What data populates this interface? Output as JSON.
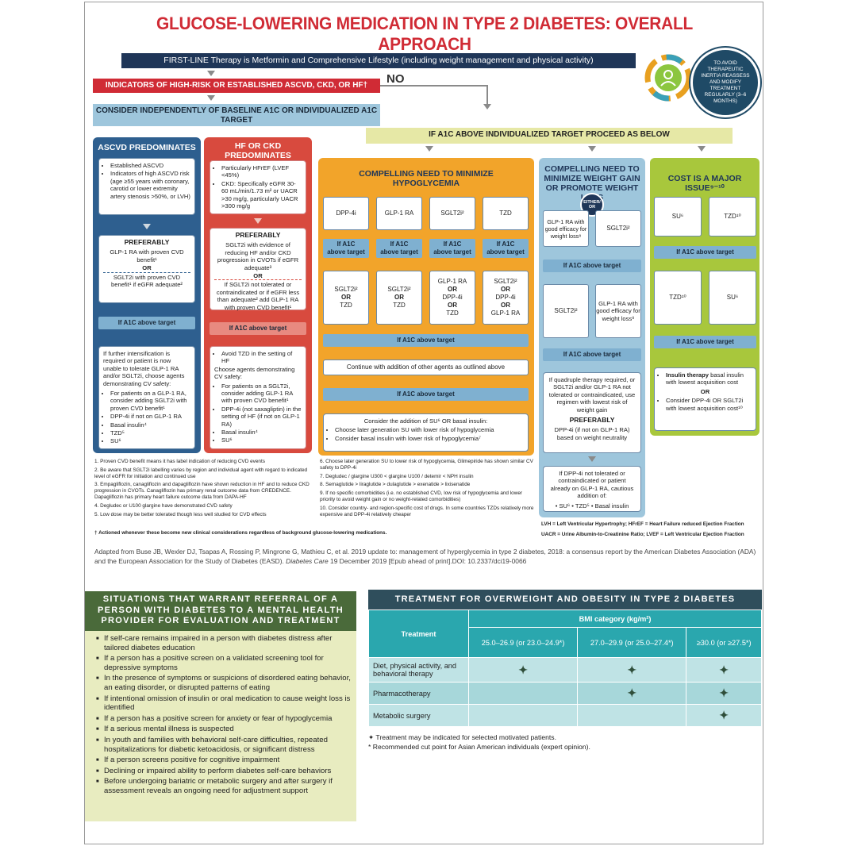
{
  "title": "GLUCOSE-LOWERING MEDICATION IN TYPE 2 DIABETES: OVERALL APPROACH",
  "first_line": "FIRST-LINE Therapy is Metformin and Comprehensive Lifestyle (including weight management and physical activity)",
  "indicators": "INDICATORS OF HIGH-RISK OR ESTABLISHED ASCVD, CKD, OR HF†",
  "no_label": "NO",
  "inertia": "TO AVOID THERAPEUTIC INERTIA REASSESS AND MODIFY TREATMENT REGULARLY (3–6 MONTHS)",
  "consider": "CONSIDER INDEPENDENTLY OF BASELINE A1C OR INDIVIDUALIZED A1C TARGET",
  "if_a1c_above": "IF A1C ABOVE INDIVIDUALIZED TARGET PROCEED AS BELOW",
  "ascvd": {
    "head": "ASCVD PREDOMINATES",
    "criteria": [
      "Established ASCVD",
      "Indicators of high ASCVD risk (age ≥55 years with coronary, carotid or lower extremity artery stenosis >50%, or LVH)"
    ],
    "preferably": "PREFERABLY",
    "pref1": "GLP-1 RA with proven CVD benefit¹",
    "or": "OR",
    "pref2": "SGLT2i with proven CVD benefit¹ if eGFR adequate²",
    "a1c": "If A1C above target",
    "intens": "If further intensification is required or patient is now unable to tolerate GLP-1 RA and/or SGLT2i, choose agents demonstrating CV safety:",
    "list": [
      "For patients on a GLP-1 RA, consider adding SGLT2i with proven CVD benefit¹",
      "DPP-4i if not on GLP-1 RA",
      "Basal insulin⁴",
      "TZD⁵",
      "SU⁶"
    ]
  },
  "hf": {
    "head": "HF OR CKD PREDOMINATES",
    "criteria": [
      "Particularly HFrEF (LVEF <45%)",
      "CKD: Specifically eGFR 30-60 mL/min/1.73 m² or UACR >30 mg/g, particularly UACR >300 mg/g"
    ],
    "preferably": "PREFERABLY",
    "pref1": "SGLT2i with evidence of reducing HF and/or CKD progression in CVOTs if eGFR adequate³",
    "or": "OR",
    "pref2": "If SGLT2i not tolerated or contraindicated or if eGFR less than adequate² add GLP-1 RA with proven CVD benefit¹",
    "a1c": "If A1C above target",
    "list0": "Avoid TZD in the setting of HF",
    "choose": "Choose agents demonstrating CV safety:",
    "list": [
      "For patients on a SGLT2i, consider adding GLP-1 RA with proven CVD benefit¹",
      "DPP-4i (not saxagliptin) in the setting of HF (if not on GLP-1 RA)",
      "Basal insulin⁴",
      "SU⁶"
    ]
  },
  "hypo": {
    "head": "COMPELLING NEED TO MINIMIZE HYPOGLYCEMIA",
    "drugs": [
      "DPP-4i",
      "GLP-1 RA",
      "SGLT2i²",
      "TZD"
    ],
    "a1c_line1": "If A1C",
    "a1c_line2": "above target",
    "second": [
      [
        "SGLT2i²",
        "OR",
        "TZD"
      ],
      [
        "SGLT2i²",
        "OR",
        "TZD"
      ],
      [
        "GLP-1 RA",
        "OR",
        "DPP-4i",
        "OR",
        "TZD"
      ],
      [
        "SGLT2i²",
        "OR",
        "DPP-4i",
        "OR",
        "GLP-1 RA"
      ]
    ],
    "a1c_bar": "If A1C above target",
    "continue": "Continue with addition of other agents as outlined above",
    "a1c_bar2": "If A1C  above target",
    "consider": "Consider the addition of SU⁶ OR basal insulin:",
    "list": [
      "Choose later generation SU with lower risk of hypoglycemia",
      "Consider basal insulin with lower risk of hypoglycemia⁷"
    ]
  },
  "weight": {
    "head": "COMPELLING NEED TO MINIMIZE WEIGHT GAIN OR PROMOTE WEIGHT LOSS",
    "either": "EITHER/ OR",
    "opt1": "GLP-1 RA with good efficacy for weight loss⁸",
    "opt2": "SGLT2i²",
    "a1c": "If A1C above target",
    "s1": "SGLT2i²",
    "s2": "GLP-1 RA with good efficacy for weight loss⁸",
    "a1c2": "If A1C above target",
    "quad": "If quadruple therapy required, or SGLT2i and/or GLP-1 RA not tolerated or contraindicated, use regimen with lowest risk of weight gain",
    "preferably": "PREFERABLY",
    "dpp": "DPP-4i (if not on GLP-1 RA) based on weight neutrality",
    "last": "If DPP-4i not tolerated or contraindicated or patient already on GLP-1 RA, cautious addition of:",
    "last2": "• SU⁶ • TZD⁵ • Basal insulin"
  },
  "cost": {
    "head": "COST IS A MAJOR ISSUE⁹⁻¹⁰",
    "d1": "SU⁶",
    "d2": "TZD¹⁰",
    "a1c": "If A1C above target",
    "s1": "TZD¹⁰",
    "s2": "SU⁶",
    "a1c2": "If A1C above target",
    "ins": "Insulin therapy",
    "ins_rest": " basal insulin with lowest acquisition cost",
    "or": "OR",
    "dpp": "Consider DPP-4i OR SGLT2i with lowest acquisition cost¹⁰"
  },
  "footnotes_left": [
    "1.  Proven CVD benefit means it has label indication of reducing CVD events",
    "2.  Be aware that SGLT2i labelling varies by region and individual agent with regard to indicated level of eGFR for initiation and continued use",
    "3.  Empagliflozin, canagliflozin and dapagliflozin have shown reduction in HF and to reduce CKD progression in CVOTs. Canagliflozin has primary renal outcome data from CREDENCE. Dapagliflozin has primary heart failure outcome data from DAPA-HF",
    "4.  Degludec or U100 glargine have demonstrated CVD safety",
    "5.  Low dose may be better tolerated though less well studied for CVD effects"
  ],
  "footnotes_right": [
    "6.  Choose later generation SU to lower risk of hypoglycemia, Glimepiride has shown similar CV safety to DPP-4i",
    "7.  Degludec / glargine U300 < glargine U100 / detemir < NPH insulin",
    "8.  Semaglutide > liraglutide > dulaglutide > exenatide > lixisenatide",
    "9.  If no specific comorbidities (i.e. no established CVD, low risk of hypoglycemia and lower priority to avoid weight gain or no weight-related comorbidities)",
    "10. Consider country- and region-specific cost of drugs. In some countries TZDs relatively more expensive and DPP-4i relatively cheaper"
  ],
  "dagger_note": "† Actioned whenever these become new clinical considerations regardless of background glucose-lowering medications.",
  "abbrev1": "LVH = Left Ventricular Hypertrophy; HFrEF = Heart Failure reduced Ejection Fraction",
  "abbrev2": "UACR = Urine Albumin-to-Creatinine Ratio; LVEF = Left Ventricular Ejection Fraction",
  "citation1": "Adapted from Buse JB, Wexler DJ, Tsapas A, Rossing P, Mingrone G, Mathieu C, et al. 2019 update to: management of hyperglycemia in type 2 diabetes, 2018: a consensus report by the American Diabetes Association (ADA)",
  "citation2a": "and the European Association for the Study of Diabetes (EASD). ",
  "citation2b": "Diabetes Care",
  "citation2c": " 19 December 2019 [Epub ahead of print].DOI: 10.2337/dci19-0066",
  "referral": {
    "head": "SITUATIONS THAT WARRANT REFERRAL OF A PERSON WITH DIABETES TO A MENTAL HEALTH PROVIDER FOR EVALUATION AND TREATMENT",
    "items": [
      "If self-care remains impaired in a person with diabetes distress after tailored diabetes education",
      "If a person has a positive screen on a validated screening tool for depressive symptoms",
      "In the presence of symptoms or suspicions of disordered eating behavior, an eating disorder, or disrupted patterns of eating",
      "If intentional omission of insulin or oral medication to cause weight loss is identified",
      "If a person has a positive screen for anxiety or fear of hypoglycemia",
      "If a serious mental illness is suspected",
      "In youth and families with behavioral self-care difficulties, repeated hospitalizations for diabetic ketoacidosis, or significant distress",
      "If a person screens positive for cognitive impairment",
      "Declining or impaired ability to perform diabetes self-care behaviors",
      "Before undergoing bariatric or metabolic surgery and after surgery if assessment reveals an ongoing need for adjustment support"
    ]
  },
  "obesity": {
    "head": "TREATMENT FOR OVERWEIGHT AND OBESITY IN TYPE 2 DIABETES",
    "bmi": "BMI category (kg/m²)",
    "treatment": "Treatment",
    "cols": [
      "25.0–26.9 (or 23.0–24.9*)",
      "27.0–29.9 (or 25.0–27.4*)",
      "≥30.0 (or ≥27.5*)"
    ],
    "rows": [
      {
        "label": "Diet, physical activity, and behavioral therapy",
        "marks": [
          "✦",
          "✦",
          "✦"
        ]
      },
      {
        "label": "Pharmacotherapy",
        "marks": [
          "",
          "✦",
          "✦"
        ]
      },
      {
        "label": "Metabolic surgery",
        "marks": [
          "",
          "",
          "✦"
        ]
      }
    ],
    "note1": "✦ Treatment may be indicated for selected motivated patients.",
    "note2": "*  Recommended cut point for Asian American individuals (expert opinion)."
  }
}
